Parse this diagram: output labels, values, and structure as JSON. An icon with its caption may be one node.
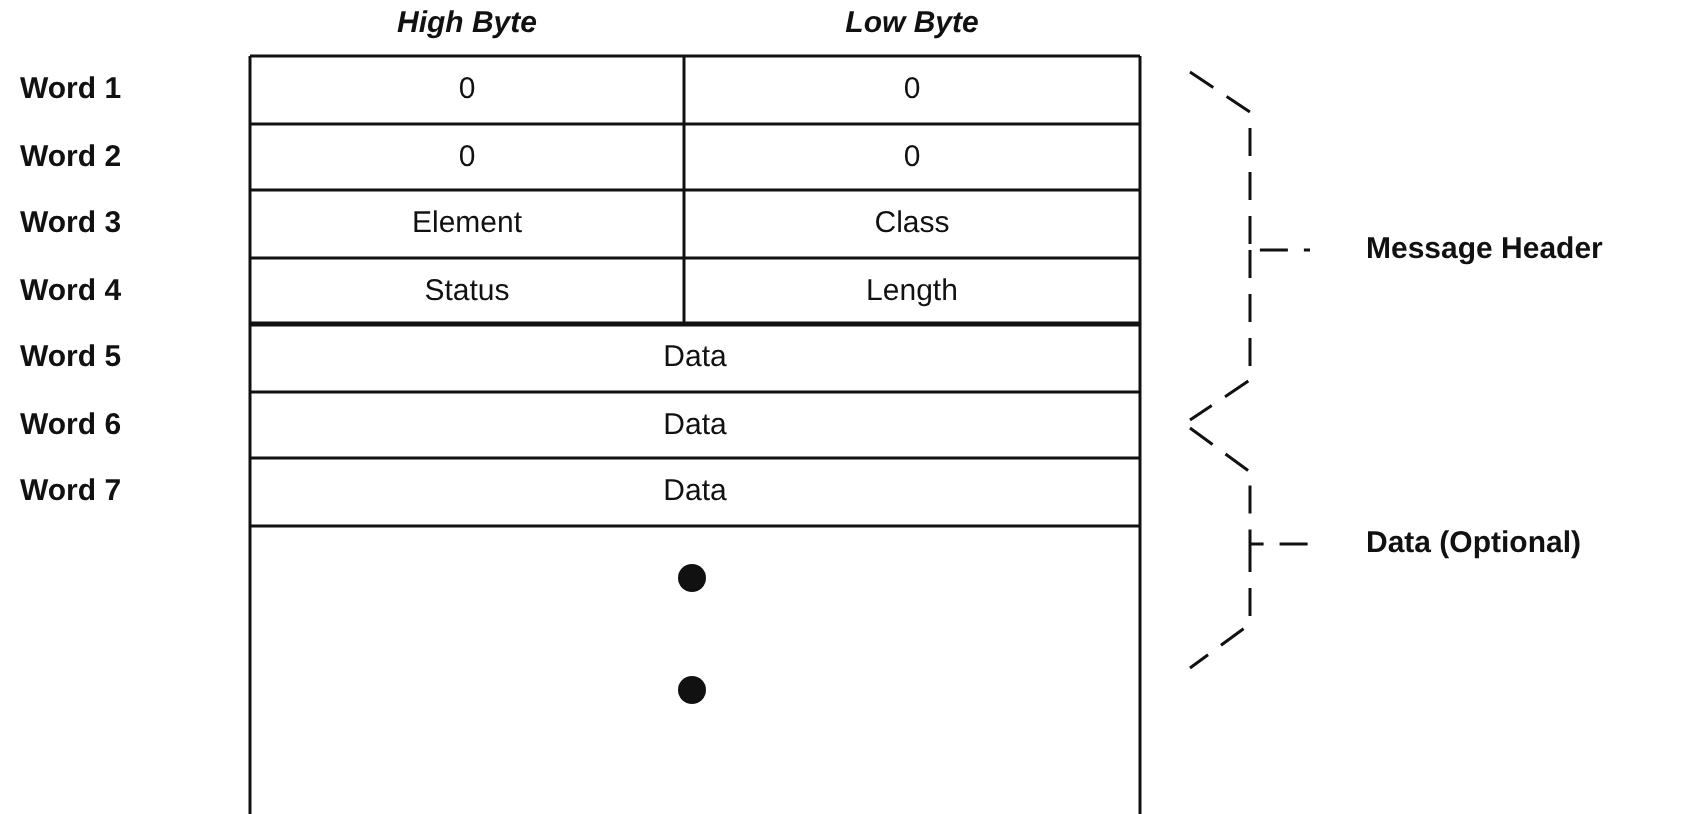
{
  "diagram": {
    "labels": [
      "High Byte",
      "Low Byte",
      "Word 1",
      "0",
      "0",
      "Word 2",
      "0",
      "0",
      "Word 3",
      "Element",
      "Class",
      "Message Header",
      "Word 4",
      "Status",
      "Length",
      "Word 5",
      "Data",
      "Word 6",
      "Data",
      "Data (Optional)",
      "Word 7",
      "Data"
    ]
  }
}
